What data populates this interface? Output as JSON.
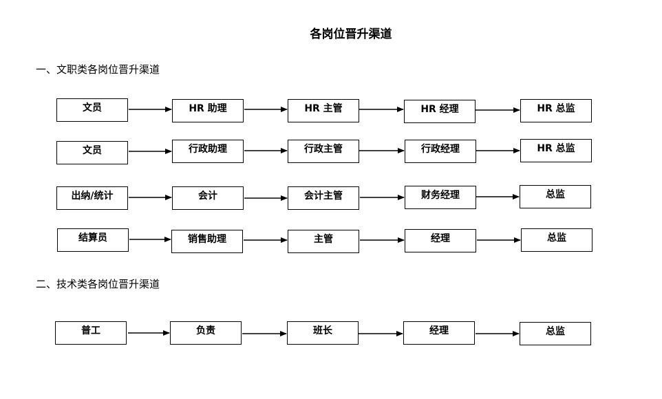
{
  "title": "各岗位晋升渠道",
  "section1": {
    "heading": "一、文职类各岗位晋升渠道"
  },
  "section2": {
    "heading": "二、技术类各岗位晋升渠道"
  },
  "rows": [
    [
      "文员",
      "HR 助理",
      "HR 主管",
      "HR 经理",
      "HR 总监"
    ],
    [
      "文员",
      "行政助理",
      "行政主管",
      "行政经理",
      "HR 总监"
    ],
    [
      "出纳/统计",
      "会计",
      "会计主管",
      "财务经理",
      "总监"
    ],
    [
      "结算员",
      "销售助理",
      "主管",
      "经理",
      "总监"
    ],
    [
      "普工",
      "负责",
      "班长",
      "经理",
      "总监"
    ]
  ]
}
